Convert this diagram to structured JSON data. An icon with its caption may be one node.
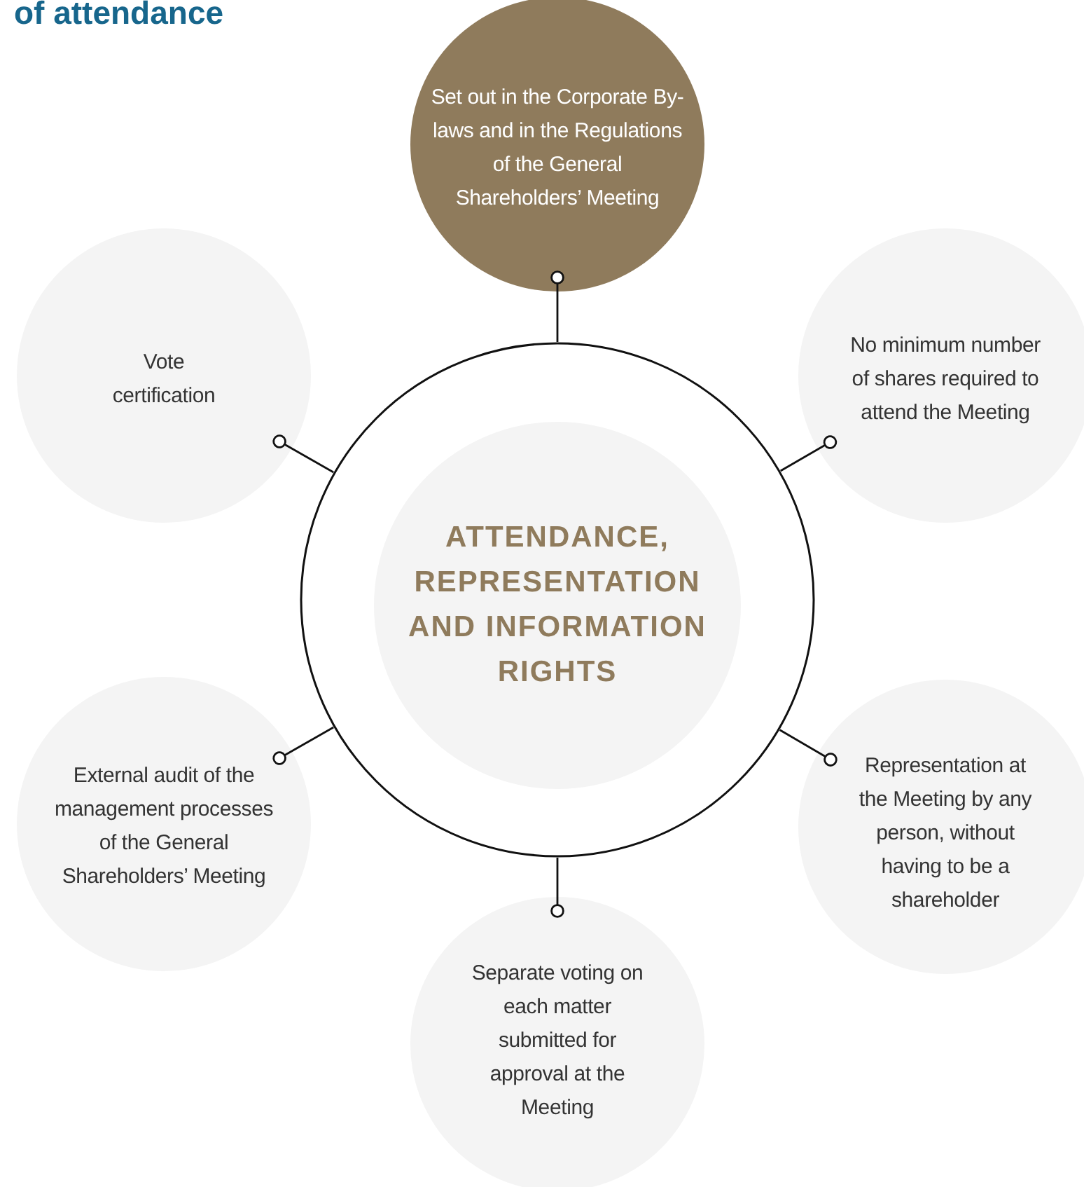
{
  "diagram": {
    "title": "of attendance",
    "nodes": [
      {
        "text": [],
        "shape": "circle"
      },
      {
        "text": [
          "ATTENDANCE, REPRESENTATION AND INFORMATION RIGHTS"
        ],
        "in": 0
      },
      {
        "text": [
          "Set out in the Corporate By-laws and in the Regulations of the General Shareholders’ Meeting"
        ]
      },
      {
        "text": [
          "Vote certification"
        ]
      },
      {
        "text": [
          "No minimum number of shares required to attend the Meeting"
        ]
      },
      {
        "text": [
          "External audit of the management processes of the General Shareholders’ Meeting"
        ]
      },
      {
        "text": [
          "Representation at the Meeting by any person, without having to be a shareholder"
        ]
      },
      {
        "text": [
          "Separate voting on each matter submitted for approval at the Meeting"
        ]
      }
    ],
    "edges": [
      {
        "from": 0,
        "to": 2,
        "arrow": "other"
      },
      {
        "from": 0,
        "to": 3,
        "arrow": "other"
      },
      {
        "from": 0,
        "to": 4,
        "arrow": "other"
      },
      {
        "from": 0,
        "to": 5,
        "arrow": "other"
      },
      {
        "from": 0,
        "to": 6,
        "arrow": "other"
      },
      {
        "from": 0,
        "to": 7,
        "arrow": "other"
      }
    ]
  }
}
